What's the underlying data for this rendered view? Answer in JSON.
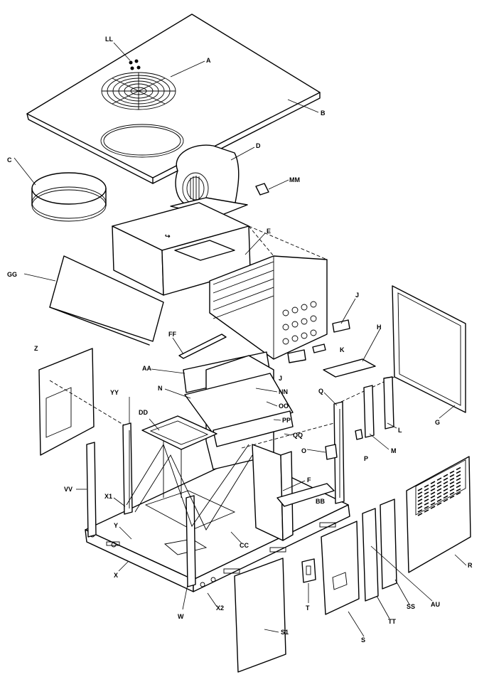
{
  "labels": {
    "LL": "LL",
    "A": "A",
    "B": "B",
    "C": "C",
    "D": "D",
    "MM": "MM",
    "E": "E",
    "GG": "GG",
    "J1": "J",
    "J2": "J",
    "K": "K",
    "H": "H",
    "FF": "FF",
    "Z": "Z",
    "AA": "AA",
    "N": "N",
    "NN": "NN",
    "OO": "OO",
    "PP": "PP",
    "QQ": "QQ",
    "Q": "Q",
    "G": "G",
    "L": "L",
    "M": "M",
    "P": "P",
    "O": "O",
    "YY": "YY",
    "DD": "DD",
    "F": "F",
    "BB": "BB",
    "VV": "VV",
    "X1": "X1",
    "Y": "Y",
    "CC": "CC",
    "X": "X",
    "W": "W",
    "X2": "X2",
    "R": "R",
    "AU": "AU",
    "SS": "SS",
    "TT": "TT",
    "T": "T",
    "S": "S",
    "S1": "S1"
  }
}
